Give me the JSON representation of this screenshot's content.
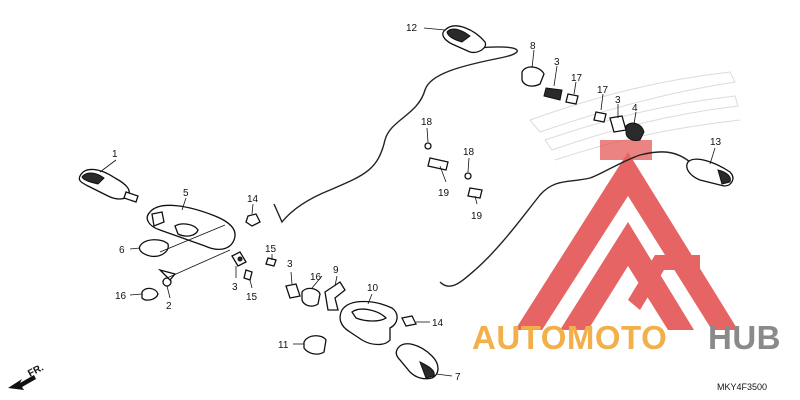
{
  "diagram": {
    "callouts": {
      "c1": "1",
      "c2": "2",
      "c3a": "3",
      "c3b": "3",
      "c3c": "3",
      "c3d": "3",
      "c4": "4",
      "c5": "5",
      "c6": "6",
      "c7": "7",
      "c8": "8",
      "c9": "9",
      "c10": "10",
      "c11": "11",
      "c12": "12",
      "c13": "13",
      "c14a": "14",
      "c14b": "14",
      "c15a": "15",
      "c15b": "15",
      "c16a": "16",
      "c16b": "16",
      "c17a": "17",
      "c17b": "17",
      "c18a": "18",
      "c18b": "18",
      "c19a": "19",
      "c19b": "19"
    },
    "direction_label": "FR.",
    "diagram_code": "MKY4F3500"
  },
  "watermark": {
    "text_orange": "AUTOMOTO",
    "text_gray": "HUB",
    "colors": {
      "red": "#e34a4a",
      "orange": "#f2b04a",
      "gray": "#8a8a8a"
    }
  }
}
